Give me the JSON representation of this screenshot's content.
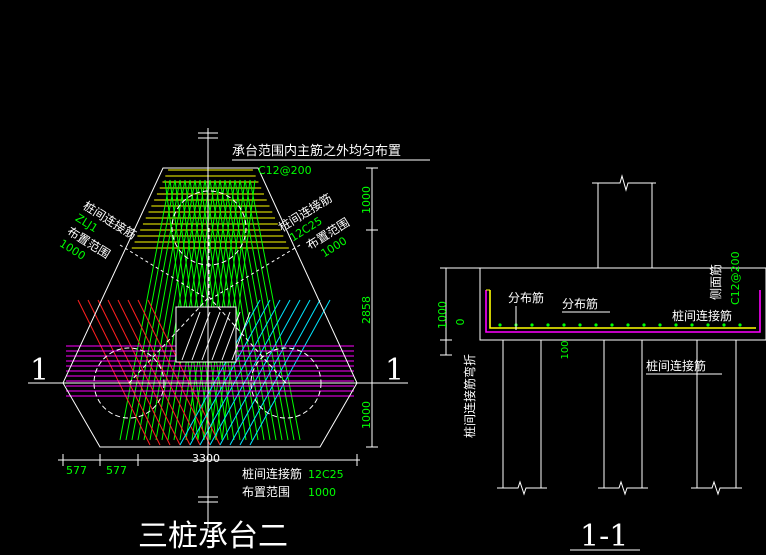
{
  "colors": {
    "background": "#000000",
    "white": "#ffffff",
    "green": "#00ff00",
    "yellow": "#ffff00",
    "magenta": "#ff00ff",
    "red": "#ff2020",
    "cyan": "#00e5ff"
  },
  "plan": {
    "title": "三桩承台二",
    "section_mark": "1",
    "note_top": "承台范围内主筋之外均匀布置",
    "note_top_value": "C12@200",
    "left_label_1": "桩间连接筋",
    "left_label_2": "ZLJ1",
    "left_label_3": "布置范围",
    "left_label_4": "1000",
    "right_label_1": "桩间连接筋",
    "right_label_2": "12C25",
    "right_label_3": "布置范围",
    "right_label_4": "1000",
    "bottom_label_1": "桩间连接筋",
    "bottom_label_2": "12C25",
    "bottom_label_3": "布置范围",
    "bottom_label_4": "1000",
    "dim_top": "1000",
    "dim_mid": "2858",
    "dim_bot": "1000",
    "dim_b1": "577",
    "dim_b2": "577",
    "dim_width": "3300"
  },
  "section": {
    "title": "1-1",
    "label_fenbu1": "分布筋",
    "label_fenbu2": "分布筋",
    "label_lianjie1": "桩间连接筋",
    "label_lianjie2": "桩间连接筋",
    "label_cemian": "侧面筋",
    "label_cemian_val": "C12@200",
    "label_wanzhe": "桩间连接筋弯折",
    "dim_h": "1000",
    "dim_zero": "0",
    "dim_100": "100"
  }
}
